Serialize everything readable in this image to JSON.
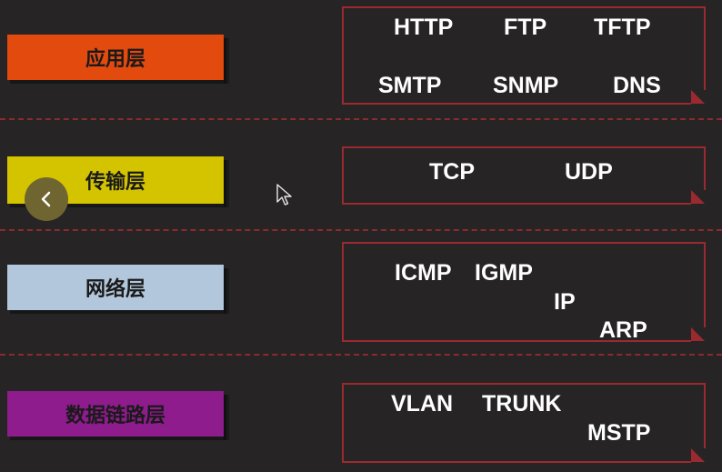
{
  "layers": [
    {
      "label": "应用层",
      "color": "#e24a0e",
      "protocols": [
        "HTTP",
        "FTP",
        "TFTP",
        "SMTP",
        "SNMP",
        "DNS"
      ]
    },
    {
      "label": "传输层",
      "color": "#d4c400",
      "protocols": [
        "TCP",
        "UDP"
      ]
    },
    {
      "label": "网络层",
      "color": "#b2c7db",
      "protocols": [
        "ICMP",
        "IGMP",
        "IP",
        "ARP"
      ]
    },
    {
      "label": "数据链路层",
      "color": "#8e1c8c",
      "protocols": [
        "VLAN",
        "TRUNK",
        "MSTP"
      ]
    }
  ],
  "ui": {
    "back_icon": "chevron-left-icon",
    "cursor_icon": "mouse-pointer-icon"
  }
}
